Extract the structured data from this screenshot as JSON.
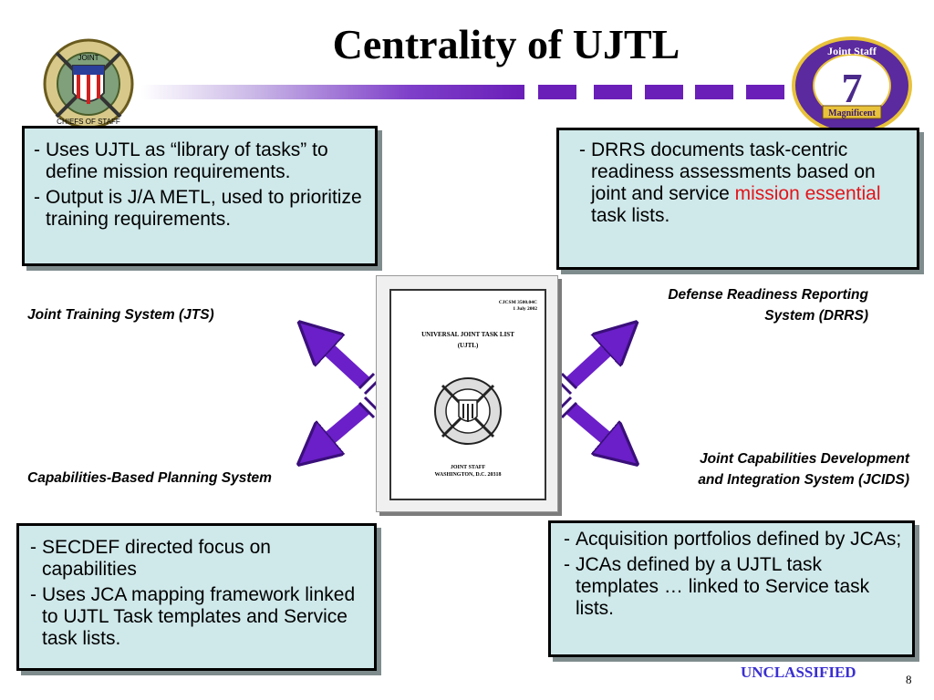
{
  "title": "Centrality of UJTL",
  "boxes": {
    "top_left": [
      "Uses UJTL as “library of tasks” to define mission requirements.",
      "Output is J/A METL, used to prioritize training requirements."
    ],
    "top_right": {
      "before": "DRRS documents task-centric readiness assessments based on joint and service ",
      "highlight": "mission essential",
      "after": " task lists."
    },
    "bottom_left": [
      "SECDEF directed focus on capabilities",
      "Uses JCA mapping framework linked to UJTL Task templates and Service task lists."
    ],
    "bottom_right": [
      "Acquisition portfolios defined by JCAs;",
      "JCAs defined by a UJTL task templates … linked to Service task lists."
    ]
  },
  "labels": {
    "jts": "Joint Training System (JTS)",
    "drrs_line1": "Defense Readiness Reporting",
    "drrs_line2": "System (DRRS)",
    "cbps": "Capabilities-Based Planning System",
    "jcids_line1": "Joint Capabilities Development",
    "jcids_line2": "and Integration System (JCIDS)"
  },
  "document": {
    "cjcsm": "CJCSM 3500.04C",
    "date": "1 July 2002",
    "title": "UNIVERSAL JOINT TASK LIST",
    "abbr": "(UJTL)",
    "issuer": "JOINT STAFF",
    "location": "WASHINGTON, D.C.  20318"
  },
  "logos": {
    "left_seal_text_top": "JOINT",
    "left_seal_text_bottom": "CHIEFS OF STAFF",
    "right_seal_text": "Joint Staff",
    "right_seal_number": "7",
    "right_seal_banner": "Magnificent"
  },
  "footer": {
    "classification": "UNCLASSIFIED",
    "page_number": "8"
  },
  "colors": {
    "accent": "#6a1fb8",
    "box_fill": "#cfe8ea",
    "highlight": "#e2141a",
    "classification": "#3a2fd0"
  }
}
